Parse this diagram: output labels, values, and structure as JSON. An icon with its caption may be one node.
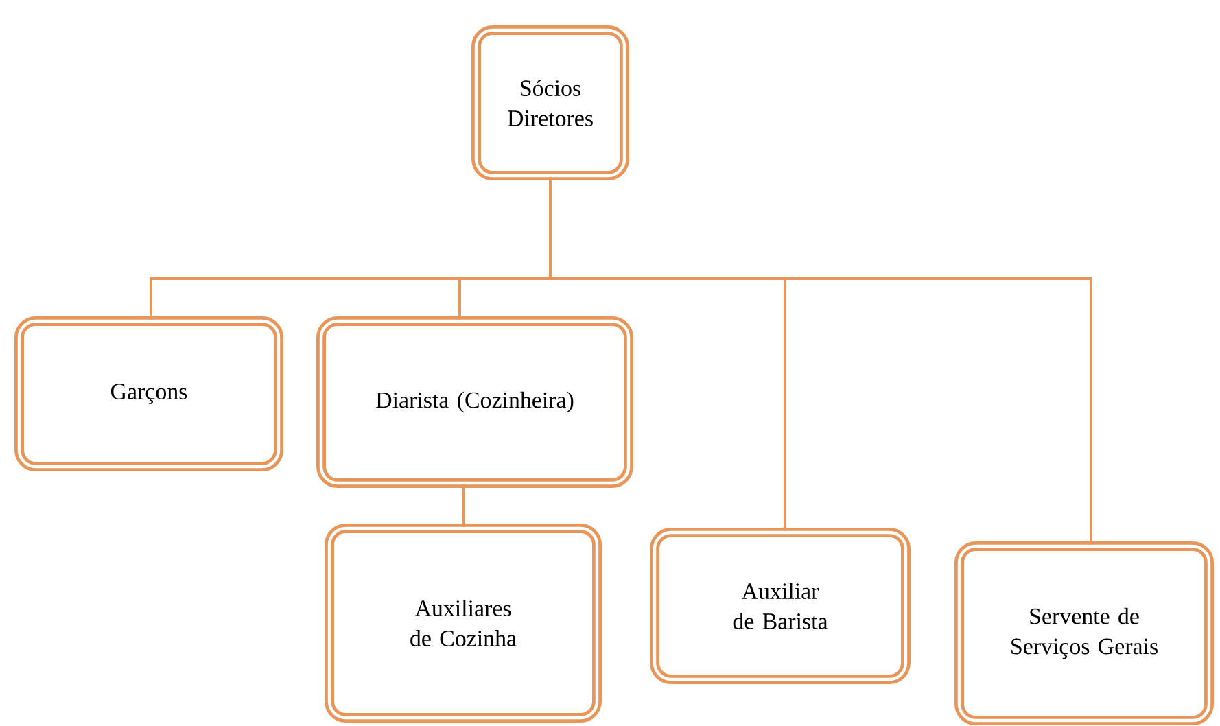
{
  "diagram": {
    "nodes": [
      {
        "text": [
          "Sócios Diretores"
        ]
      },
      {
        "text": [
          "Garçons"
        ]
      },
      {
        "text": [
          "Diarista (Cozinheira)"
        ]
      },
      {
        "text": [
          "Auxiliares de Cozinha"
        ]
      },
      {
        "text": [
          "Auxiliar de Barista"
        ]
      },
      {
        "text": [
          "Servente de Serviços Gerais"
        ]
      }
    ],
    "edges": [
      {
        "from": 0,
        "to": 1,
        "arrow": "none"
      },
      {
        "from": 0,
        "to": 2,
        "arrow": "none"
      },
      {
        "from": 0,
        "to": 4,
        "arrow": "none"
      },
      {
        "from": 0,
        "to": 5,
        "arrow": "none"
      },
      {
        "from": 2,
        "to": 3,
        "arrow": "none"
      }
    ]
  }
}
